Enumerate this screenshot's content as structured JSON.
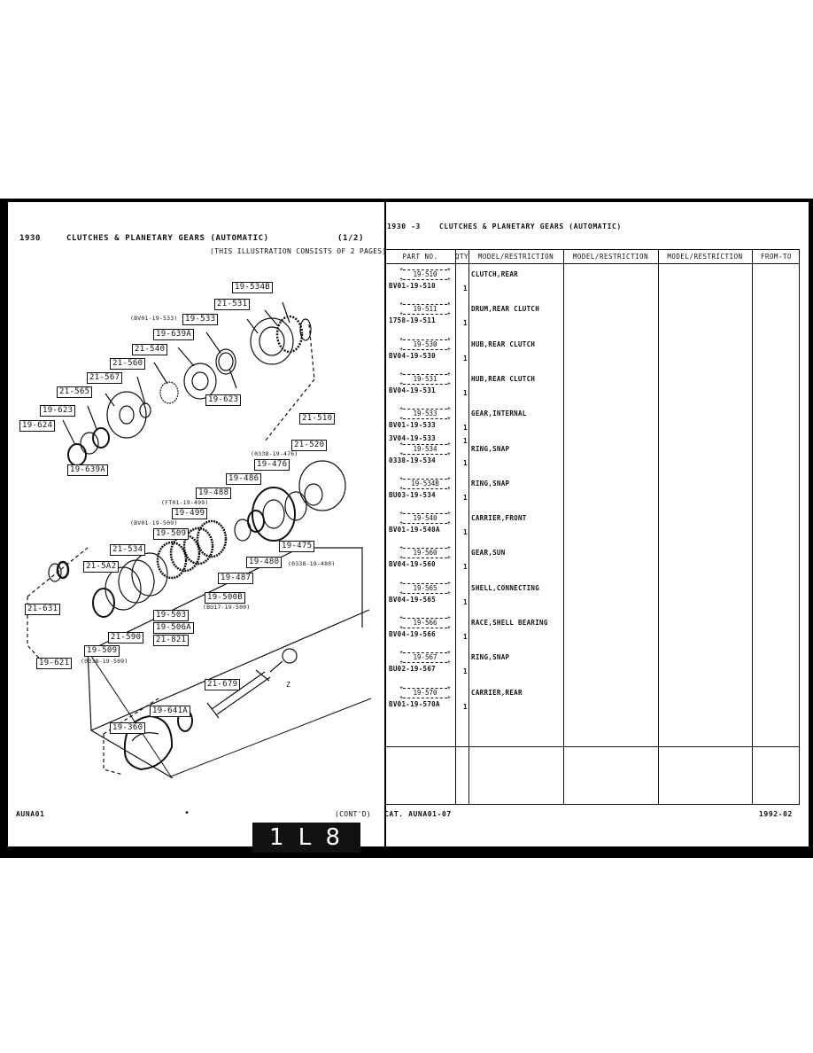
{
  "left_header": {
    "section": "1930",
    "title": "CLUTCHES & PLANETARY GEARS (AUTOMATIC)",
    "page": "(1/2)",
    "note": "(THIS ILLUSTRATION CONSISTS OF  2 PAGES)"
  },
  "right_header": {
    "section": "1930  -3",
    "title": "CLUTCHES & PLANETARY GEARS (AUTOMATIC)"
  },
  "table": {
    "columns": [
      "PART NO.",
      "QTY",
      "MODEL/RESTRICTION",
      "MODEL/RESTRICTION",
      "MODEL/RESTRICTION",
      "FROM-TO"
    ],
    "rows": [
      {
        "ref": "19-510",
        "parts": [
          {
            "no": "BV01-19-510",
            "qty": "1"
          }
        ],
        "desc": "CLUTCH,REAR"
      },
      {
        "ref": "19-511",
        "parts": [
          {
            "no": "1758-19-511",
            "qty": "1"
          }
        ],
        "desc": "DRUM,REAR CLUTCH"
      },
      {
        "ref": "19-530",
        "parts": [
          {
            "no": "BV04-19-530",
            "qty": "1"
          }
        ],
        "desc": "HUB,REAR CLUTCH"
      },
      {
        "ref": "19-531",
        "parts": [
          {
            "no": "BV04-19-531",
            "qty": "1"
          }
        ],
        "desc": "HUB,REAR CLUTCH"
      },
      {
        "ref": "19-533",
        "parts": [
          {
            "no": "BV01-19-533",
            "qty": "1"
          },
          {
            "no": "3V04-19-533",
            "qty": "1"
          }
        ],
        "desc": "GEAR,INTERNAL"
      },
      {
        "ref": "19-534",
        "parts": [
          {
            "no": "0338-19-534",
            "qty": "1"
          }
        ],
        "desc": "RING,SNAP"
      },
      {
        "ref": "19-534B",
        "parts": [
          {
            "no": "BU03-19-534",
            "qty": "1"
          }
        ],
        "desc": "RING,SNAP"
      },
      {
        "ref": "19-540",
        "parts": [
          {
            "no": "BV01-19-540A",
            "qty": "1"
          }
        ],
        "desc": "CARRIER,FRONT"
      },
      {
        "ref": "19-560",
        "parts": [
          {
            "no": "BV04-19-560",
            "qty": "1"
          }
        ],
        "desc": "GEAR,SUN"
      },
      {
        "ref": "19-565",
        "parts": [
          {
            "no": "BV04-19-565",
            "qty": "1"
          }
        ],
        "desc": "SHELL,CONNECTING"
      },
      {
        "ref": "19-566",
        "parts": [
          {
            "no": "BV04-19-566",
            "qty": "1"
          }
        ],
        "desc": "RACE,SHELL BEARING"
      },
      {
        "ref": "19-567",
        "parts": [
          {
            "no": "BU02-19-567",
            "qty": "1"
          }
        ],
        "desc": "RING,SNAP"
      },
      {
        "ref": "19-570",
        "parts": [
          {
            "no": "BV01-19-570A",
            "qty": "1"
          }
        ],
        "desc": "CARRIER,REAR"
      }
    ]
  },
  "illustration": {
    "labels": [
      "19-534B",
      "21-531",
      "19-533",
      "19-639A",
      "21-540",
      "21-560",
      "21-567",
      "21-565",
      "19-623",
      "19-624",
      "19-623",
      "19-639A",
      "21-510",
      "21-520",
      "19-476",
      "19-486",
      "19-488",
      "19-499",
      "19-509",
      "21-534",
      "21-5A2",
      "19-475",
      "19-480",
      "19-487",
      "19-500B",
      "19-503",
      "19-506A",
      "21-590",
      "21-821",
      "19-509",
      "21-631",
      "19-621",
      "21-679",
      "19-641A",
      "19-360"
    ],
    "notes": {
      "n533": "(BV01-19-533)",
      "n476": "(0338-19-476)",
      "n499": "(FT01-19-499)",
      "n509": "(BV01-19-509)",
      "n480": "(0338-19-480)",
      "n500": "(BU17-19-500)",
      "n509b": "(0338-19-509)",
      "z": "Z"
    }
  },
  "footer": {
    "left_code": "AUNA01",
    "cont": "(CONT'D)",
    "catalog": "CAT. AUNA01-07",
    "year": "1992-02",
    "page_label": "1 L 8"
  }
}
